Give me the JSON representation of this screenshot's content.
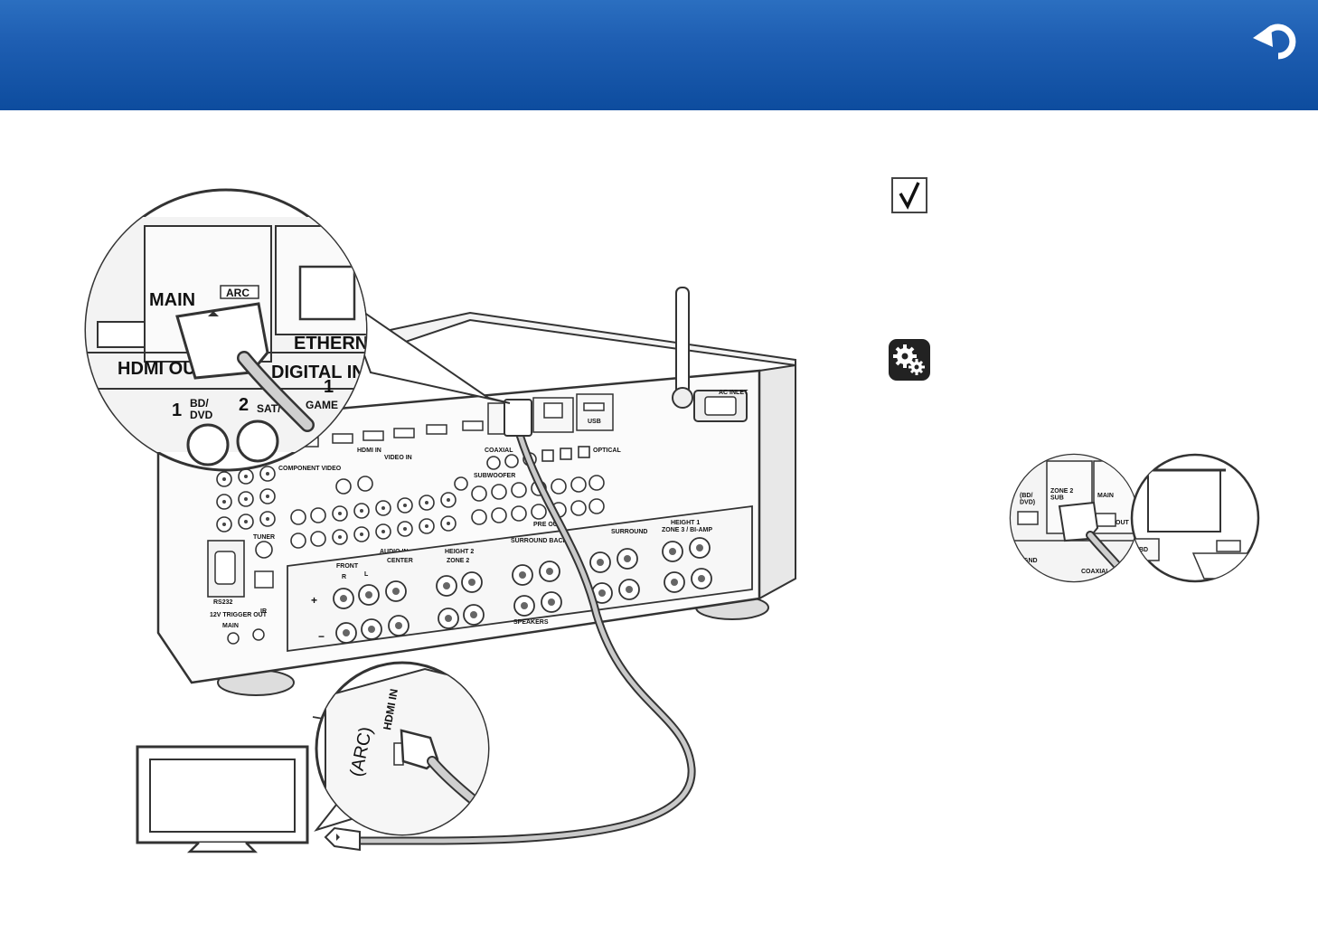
{
  "header": {
    "back_icon": "back-arrow-icon"
  },
  "icons": {
    "check": "check-icon",
    "settings": "gear-icon"
  },
  "zoom_main": {
    "main": "MAIN",
    "arc": "ARC",
    "hdmi_out": "HDMI OUT",
    "digital_in": "DIGITAL IN",
    "ethernet": "ETHERNET",
    "input1_num": "1",
    "input1_name": "BD/\nDVD",
    "input2_num": "2",
    "input2_name": "SAT/",
    "input3_num": "1",
    "input3_name": "GAME"
  },
  "receiver": {
    "ac_inlet": "AC INLET",
    "hdmi_in": "HDMI IN",
    "video_in": "VIDEO IN",
    "audio_in": "AUDIO IN",
    "component_video": "COMPONENT VIDEO",
    "subwoofer": "SUBWOOFER",
    "pre_out": "PRE OUT",
    "front": "FRONT",
    "center": "CENTER",
    "height2": "HEIGHT 2",
    "zone2": "ZONE 2",
    "surround_back": "SURROUND BACK",
    "surround": "SURROUND",
    "height1": "HEIGHT 1",
    "zone3_biamp": "ZONE 3 / BI-AMP",
    "speakers": "SPEAKERS",
    "tuner": "TUNER",
    "rs232": "RS232",
    "trigger_out": "12V TRIGGER OUT",
    "ir": "IR",
    "main": "MAIN",
    "usb": "USB",
    "coaxial": "COAXIAL",
    "optical": "OPTICAL",
    "r": "R",
    "l": "L",
    "plus": "+",
    "minus": "−"
  },
  "zoom_tv": {
    "hdmi_in": "HDMI IN",
    "arc": "(ARC)"
  },
  "zoom_sub": {
    "bd_dvd": "(BD/\nDVD)",
    "zone2_sub": "ZONE 2\nSUB",
    "main": "MAIN",
    "out": "OUT",
    "gnd": "GND",
    "coaxial": "COAXIAL",
    "bd": "BD"
  }
}
